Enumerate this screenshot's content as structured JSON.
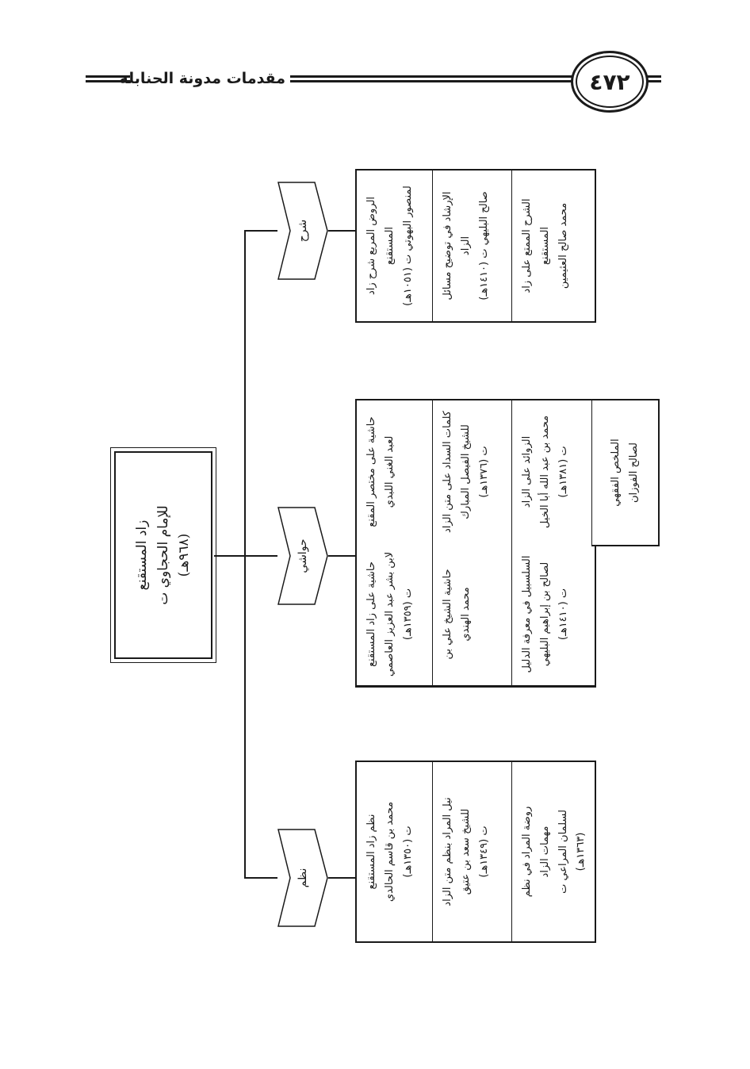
{
  "header": {
    "title": "مقدمات مدونة الحنابلة",
    "page_number": "٤٧٢"
  },
  "diagram": {
    "root": {
      "line1": "زاد المستقنع",
      "line2": "للإمام الحجاوي ت",
      "line3": "(٩٦٨هـ)"
    },
    "branches": {
      "nazm": {
        "label": "نظم",
        "items": [
          {
            "l1": "نظم زاد المستقنع",
            "l2": "محمد بن قاسم الحالدي",
            "l3": "ت (١٣٥٠هـ)"
          },
          {
            "l1": "نيل المراد بنظم متن الزاد",
            "l2": "للشيخ سعد بن عتيق",
            "l3": "ت (١٣٤٩هـ)"
          },
          {
            "l1": "روضة المراد في نظم",
            "l2": "مهمات الزاد",
            "l3": "لسلمان المراعي ت",
            "l4": "(١٣٦٣هـ)"
          }
        ]
      },
      "hawashi": {
        "label": "حواشي",
        "left_items": [
          {
            "l1": "حاشية على زاد المستقنع",
            "l2": "لابن بشر عبد العزيز العاصمي",
            "l3": "ت (١٣٥٩هـ)"
          },
          {
            "l1": "حاشية الشيخ علي بن",
            "l2": "محمد الهندي"
          },
          {
            "l1": "السلسبيل في معرفة الدليل",
            "l2": "لصالح بن إبراهيم البليهي",
            "l3": "ت (١٤١٠هـ)"
          }
        ],
        "right_items": [
          {
            "l1": "حاشية على مختصر المقنع",
            "l2": "لعبد الغني اللبدي"
          },
          {
            "l1": "كلمات السداد على متن الزاد",
            "l2": "للشيخ الفيصل المبارك",
            "l3": "ت (١٣٧٦هـ)"
          },
          {
            "l1": "الزوائد على الزاد",
            "l2": "محمد بن عبد الله أبا الخيل",
            "l3": "ت (١٣٨١هـ)"
          },
          {
            "l1": "الملخص الفقهي",
            "l2": "لصالح الفوزان"
          }
        ]
      },
      "sharh": {
        "label": "شرح",
        "items": [
          {
            "l1": "الروض المربع شرح زاد",
            "l2": "المستقنع",
            "l3": "لمنصور البهوتي ت (١٠٥١هـ)"
          },
          {
            "l1": "الإرشاد في توضيح مسائل",
            "l2": "الزاد",
            "l3": "صالح البليهي ت (١٤١٠هـ)"
          },
          {
            "l1": "الشرح الممتع على زاد",
            "l2": "المستقنع",
            "l3": "محمد صالح العثيمين"
          }
        ]
      }
    }
  }
}
